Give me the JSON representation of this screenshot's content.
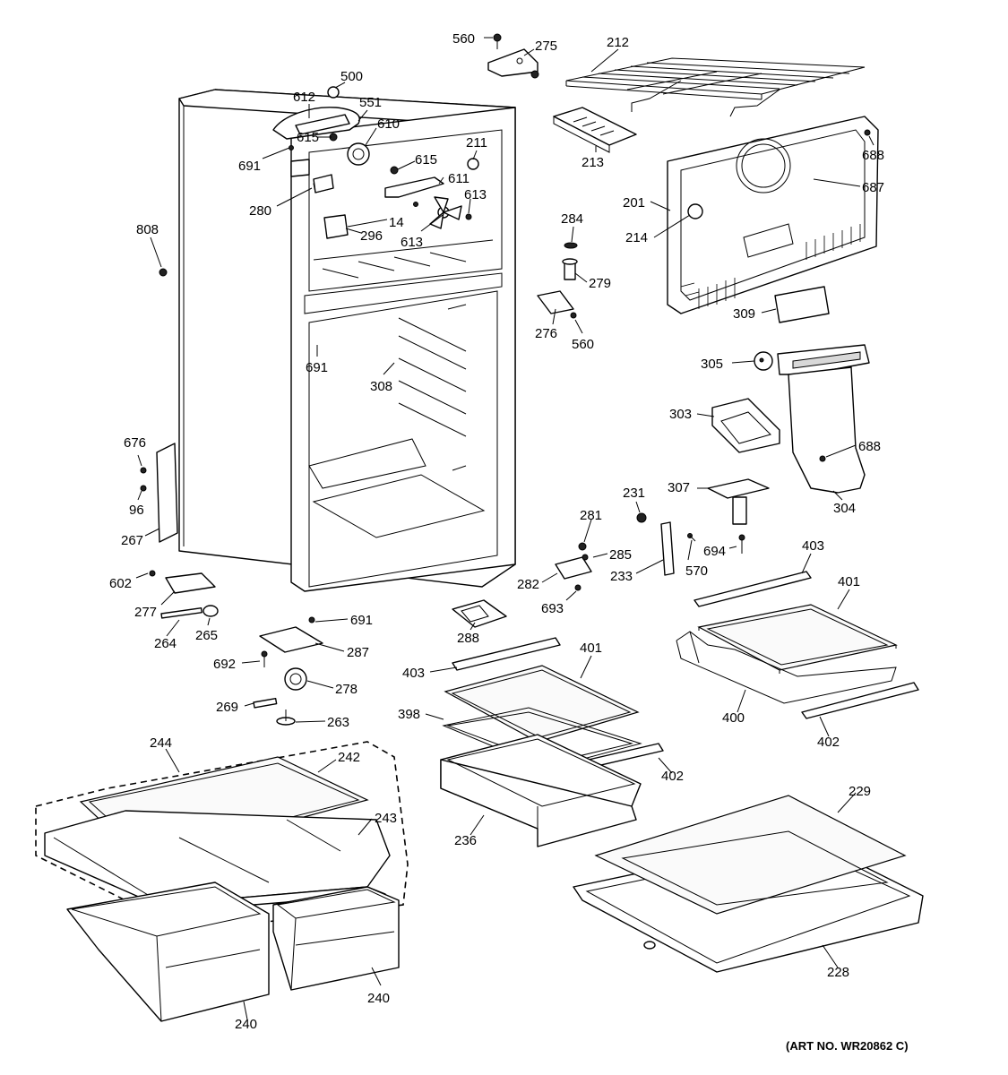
{
  "art_number": "(ART NO. WR20862 C)",
  "callouts": [
    {
      "id": "c560a",
      "label": "560"
    },
    {
      "id": "c275",
      "label": "275"
    },
    {
      "id": "c212",
      "label": "212"
    },
    {
      "id": "c500",
      "label": "500"
    },
    {
      "id": "c612",
      "label": "612"
    },
    {
      "id": "c551",
      "label": "551"
    },
    {
      "id": "c610",
      "label": "610"
    },
    {
      "id": "c615a",
      "label": "615"
    },
    {
      "id": "c691a",
      "label": "691"
    },
    {
      "id": "c615b",
      "label": "615"
    },
    {
      "id": "c211",
      "label": "211"
    },
    {
      "id": "c611",
      "label": "611"
    },
    {
      "id": "c613a",
      "label": "613"
    },
    {
      "id": "c280",
      "label": "280"
    },
    {
      "id": "c14",
      "label": "14"
    },
    {
      "id": "c296",
      "label": "296"
    },
    {
      "id": "c613b",
      "label": "613"
    },
    {
      "id": "c213",
      "label": "213"
    },
    {
      "id": "c688a",
      "label": "688"
    },
    {
      "id": "c687",
      "label": "687"
    },
    {
      "id": "c201",
      "label": "201"
    },
    {
      "id": "c214",
      "label": "214"
    },
    {
      "id": "c808",
      "label": "808"
    },
    {
      "id": "c284",
      "label": "284"
    },
    {
      "id": "c279",
      "label": "279"
    },
    {
      "id": "c276",
      "label": "276"
    },
    {
      "id": "c560b",
      "label": "560"
    },
    {
      "id": "c309",
      "label": "309"
    },
    {
      "id": "c691b",
      "label": "691"
    },
    {
      "id": "c308",
      "label": "308"
    },
    {
      "id": "c305",
      "label": "305"
    },
    {
      "id": "c303",
      "label": "303"
    },
    {
      "id": "c688b",
      "label": "688"
    },
    {
      "id": "c304",
      "label": "304"
    },
    {
      "id": "c676",
      "label": "676"
    },
    {
      "id": "c96",
      "label": "96"
    },
    {
      "id": "c267",
      "label": "267"
    },
    {
      "id": "c231",
      "label": "231"
    },
    {
      "id": "c307",
      "label": "307"
    },
    {
      "id": "c281",
      "label": "281"
    },
    {
      "id": "c285",
      "label": "285"
    },
    {
      "id": "c694",
      "label": "694"
    },
    {
      "id": "c570",
      "label": "570"
    },
    {
      "id": "c233",
      "label": "233"
    },
    {
      "id": "c282",
      "label": "282"
    },
    {
      "id": "c693",
      "label": "693"
    },
    {
      "id": "c403a",
      "label": "403"
    },
    {
      "id": "c401a",
      "label": "401"
    },
    {
      "id": "c602",
      "label": "602"
    },
    {
      "id": "c277",
      "label": "277"
    },
    {
      "id": "c264",
      "label": "264"
    },
    {
      "id": "c265",
      "label": "265"
    },
    {
      "id": "c691c",
      "label": "691"
    },
    {
      "id": "c287",
      "label": "287"
    },
    {
      "id": "c288",
      "label": "288"
    },
    {
      "id": "c401b",
      "label": "401"
    },
    {
      "id": "c403b",
      "label": "403"
    },
    {
      "id": "c692",
      "label": "692"
    },
    {
      "id": "c278",
      "label": "278"
    },
    {
      "id": "c269",
      "label": "269"
    },
    {
      "id": "c263",
      "label": "263"
    },
    {
      "id": "c398",
      "label": "398"
    },
    {
      "id": "c400",
      "label": "400"
    },
    {
      "id": "c402a",
      "label": "402"
    },
    {
      "id": "c244",
      "label": "244"
    },
    {
      "id": "c242",
      "label": "242"
    },
    {
      "id": "c402b",
      "label": "402"
    },
    {
      "id": "c243",
      "label": "243"
    },
    {
      "id": "c229",
      "label": "229"
    },
    {
      "id": "c236",
      "label": "236"
    },
    {
      "id": "c228",
      "label": "228"
    },
    {
      "id": "c240a",
      "label": "240"
    },
    {
      "id": "c240b",
      "label": "240"
    }
  ]
}
